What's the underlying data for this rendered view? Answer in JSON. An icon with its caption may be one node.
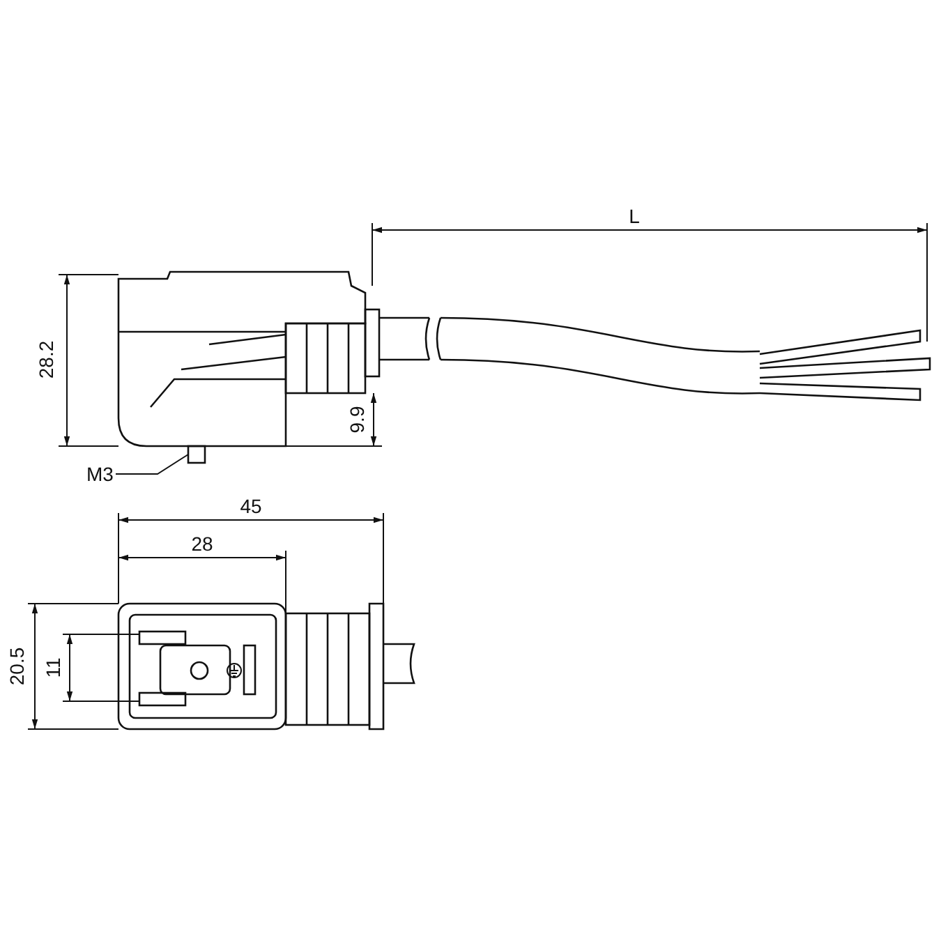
{
  "diagram": {
    "nodes": [
      {
        "text": [
          "M3"
        ]
      },
      {
        "text": [],
        "shape": "box"
      }
    ],
    "edges": [
      {
        "from": 0,
        "to": 1,
        "arrow": "none"
      }
    ],
    "labels": [
      "L",
      "28.2",
      "9.9",
      "45",
      "28",
      "20.5",
      "11"
    ]
  }
}
